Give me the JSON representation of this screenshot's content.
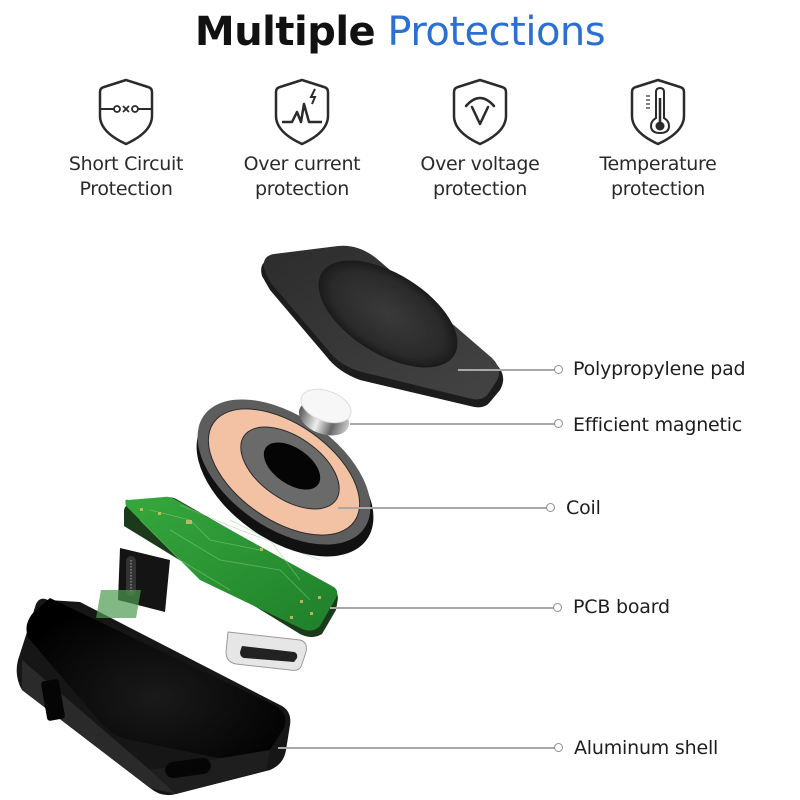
{
  "header": {
    "title_bold": "Multiple",
    "title_accent": "Protections",
    "accent_color": "#2a6fd1"
  },
  "features": [
    {
      "icon": "short-circuit-shield-icon",
      "line1": "Short Circuit",
      "line2": "Protection"
    },
    {
      "icon": "over-current-shield-icon",
      "line1": "Over current",
      "line2": "protection"
    },
    {
      "icon": "over-voltage-shield-icon",
      "line1": "Over voltage",
      "line2": "protection"
    },
    {
      "icon": "temperature-shield-icon",
      "line1": "Temperature",
      "line2": "protection"
    }
  ],
  "components": [
    {
      "name": "polypropylene-pad",
      "label": "Polypropylene pad"
    },
    {
      "name": "efficient-magnetic",
      "label": "Efficient magnetic"
    },
    {
      "name": "coil",
      "label": "Coil"
    },
    {
      "name": "pcb-board",
      "label": "PCB board"
    },
    {
      "name": "aluminum-shell",
      "label": "Aluminum shell"
    }
  ],
  "colors": {
    "pad": "#3a3a3a",
    "coil_copper": "#f3c2a4",
    "pcb_green": "#2f9a3a",
    "shell": "#111111"
  }
}
